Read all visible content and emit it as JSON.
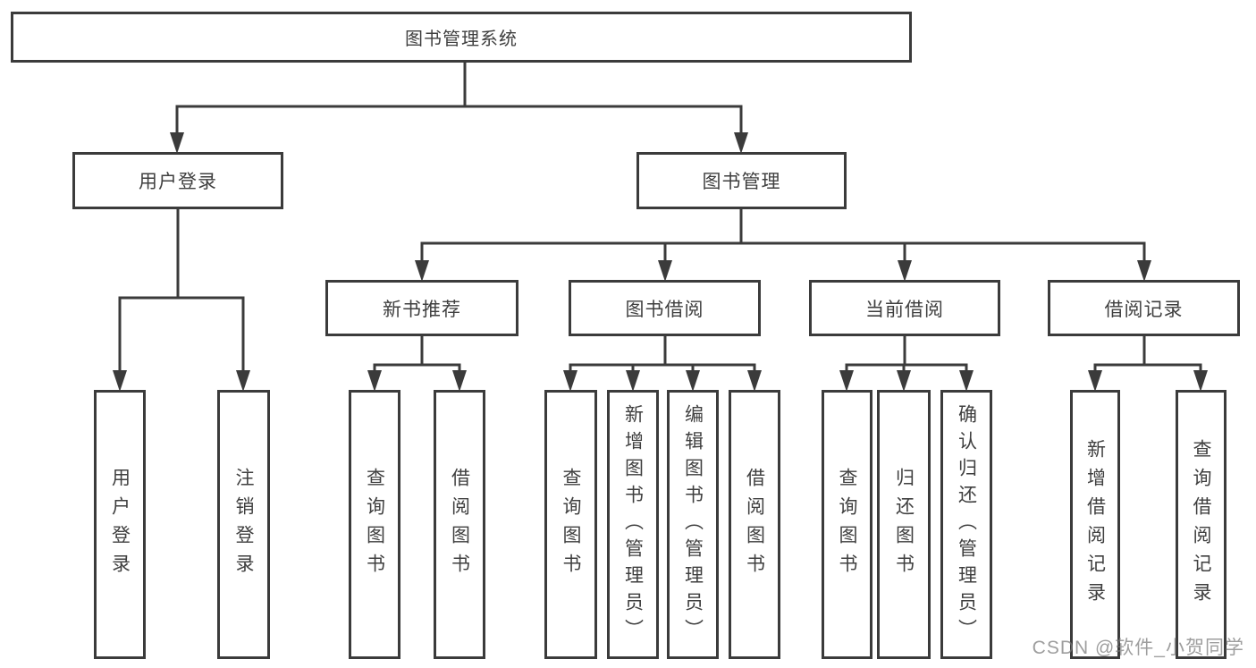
{
  "diagram": {
    "root": {
      "label": "图书管理系统"
    },
    "user_login": {
      "label": "用户登录",
      "children": [
        {
          "label": "用户登录"
        },
        {
          "label": "注销登录"
        }
      ]
    },
    "book_management": {
      "label": "图书管理",
      "sections": {
        "new_book_recommend": {
          "label": "新书推荐",
          "children": [
            {
              "label": "查询图书"
            },
            {
              "label": "借阅图书"
            }
          ]
        },
        "book_borrowing": {
          "label": "图书借阅",
          "children": [
            {
              "label": "查询图书"
            },
            {
              "label": "新增图书（管理员）"
            },
            {
              "label": "编辑图书（管理员）"
            },
            {
              "label": "借阅图书"
            }
          ]
        },
        "current_borrowing": {
          "label": "当前借阅",
          "children": [
            {
              "label": "查询图书"
            },
            {
              "label": "归还图书"
            },
            {
              "label": "确认归还（管理员）"
            }
          ]
        },
        "borrowing_records": {
          "label": "借阅记录",
          "children": [
            {
              "label": "新增借阅记录"
            },
            {
              "label": "查询借阅记录"
            }
          ]
        }
      }
    }
  },
  "watermark": {
    "text": "CSDN @软件_小贺同学"
  },
  "colors": {
    "line": "#3b3b3b",
    "text": "#3f3f3f",
    "watermark": "#a6a6a6",
    "background": "#ffffff"
  }
}
